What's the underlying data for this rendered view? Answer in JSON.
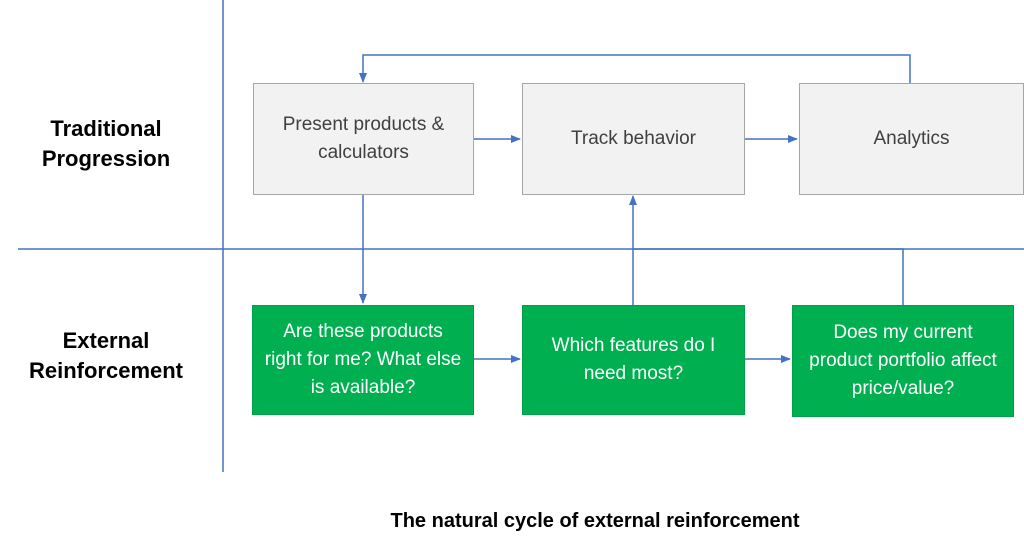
{
  "rows": {
    "top": {
      "label_line1": "Traditional",
      "label_line2": "Progression"
    },
    "bottom": {
      "label_line1": "External",
      "label_line2": "Reinforcement"
    }
  },
  "nodes": {
    "present": "Present products & calculators",
    "track": "Track behavior",
    "analytics": "Analytics",
    "right_for_me": "Are these products right for me? What else is available?",
    "features": "Which features do I need most?",
    "portfolio": "Does my current product portfolio affect price/value?"
  },
  "caption": "The natural cycle of external reinforcement",
  "colors": {
    "line": "#4472c4",
    "gray_box": "#f2f2f2",
    "gray_border": "#a6a6a6",
    "green_box": "#00b050"
  }
}
